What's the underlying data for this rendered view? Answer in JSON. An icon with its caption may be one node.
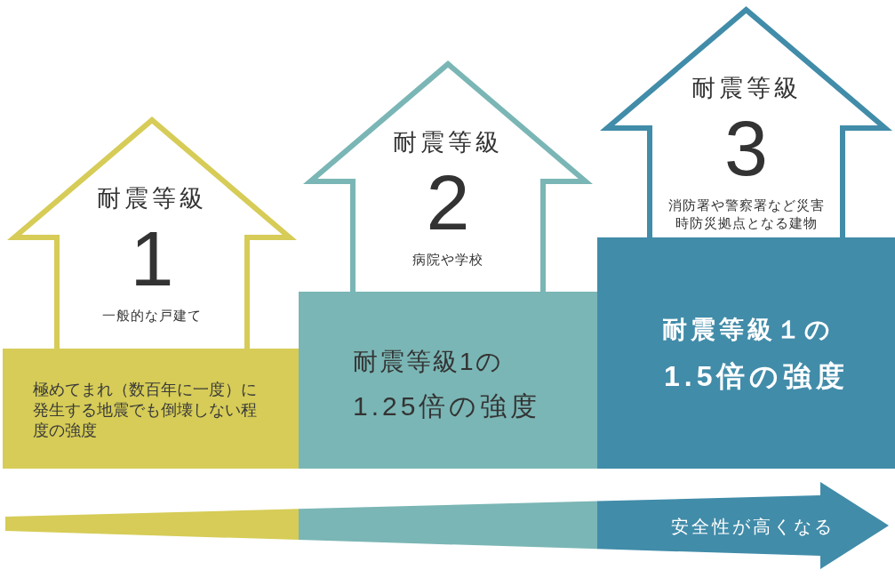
{
  "diagram": {
    "nodes": [
      {
        "text": [
          "耐震等級",
          "1",
          "一般的な戸建て"
        ]
      },
      {
        "text": [
          "極めてまれ（数百年に一度）に発生する地震でも倒壊しない程度の強度"
        ]
      },
      {
        "text": [
          "耐震等級",
          "2",
          "病院や学校"
        ]
      },
      {
        "text": [
          "耐震等級1の",
          "1.25倍の強度"
        ]
      },
      {
        "text": [
          "耐震等級",
          "3",
          "消防署や警察署など災害時防災拠点となる建物"
        ]
      },
      {
        "text": [
          "耐震等級１の",
          "1.5倍の強度"
        ]
      },
      {
        "text": [
          "安全性が高くなる"
        ]
      }
    ]
  }
}
